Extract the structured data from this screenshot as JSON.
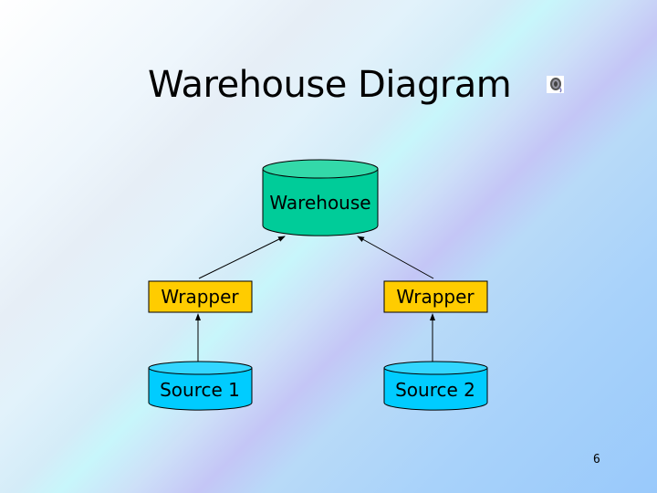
{
  "slide": {
    "title": "Warehouse Diagram",
    "page_number": "6",
    "speaker_icon": "speaker-icon"
  },
  "colors": {
    "warehouse_fill": "#00cc99",
    "warehouse_top": "#33d9a9",
    "wrapper_fill": "#ffcc00",
    "source_fill": "#00ccff",
    "source_top": "#33d6ff",
    "line": "#000000"
  },
  "diagram": {
    "nodes": [
      {
        "id": "warehouse",
        "label": "Warehouse",
        "shape": "cylinder"
      },
      {
        "id": "wrapper1",
        "label": "Wrapper",
        "shape": "rectangle"
      },
      {
        "id": "wrapper2",
        "label": "Wrapper",
        "shape": "rectangle"
      },
      {
        "id": "source1",
        "label": "Source 1",
        "shape": "cylinder"
      },
      {
        "id": "source2",
        "label": "Source 2",
        "shape": "cylinder"
      }
    ],
    "edges": [
      {
        "from": "wrapper1",
        "to": "warehouse"
      },
      {
        "from": "wrapper2",
        "to": "warehouse"
      },
      {
        "from": "source1",
        "to": "wrapper1"
      },
      {
        "from": "source2",
        "to": "wrapper2"
      }
    ]
  }
}
